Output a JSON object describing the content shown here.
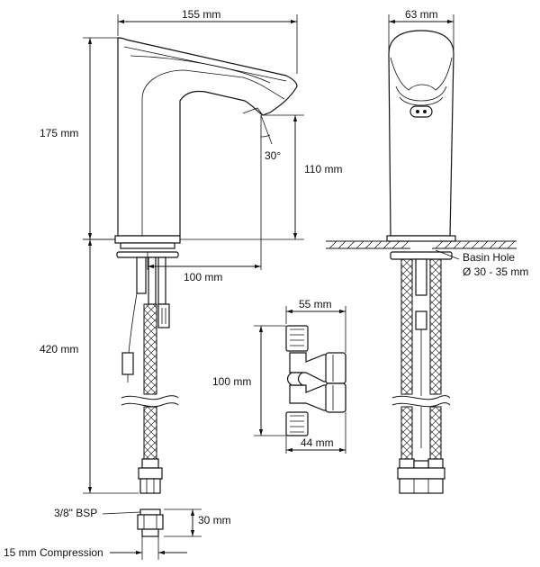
{
  "dimensions": {
    "width_155": "155 mm",
    "height_175": "175 mm",
    "height_110": "110 mm",
    "reach_100": "100 mm",
    "hose_420": "420 mm",
    "side_63": "63 mm",
    "valve_55": "55 mm",
    "valve_100": "100 mm",
    "valve_44": "44 mm",
    "connector_30": "30 mm"
  },
  "labels": {
    "angle": "30°",
    "basin_hole_1": "Basin Hole",
    "basin_hole_2": "Ø 30 - 35 mm",
    "bsp": "3/8\" BSP",
    "compression": "15 mm Compression"
  }
}
